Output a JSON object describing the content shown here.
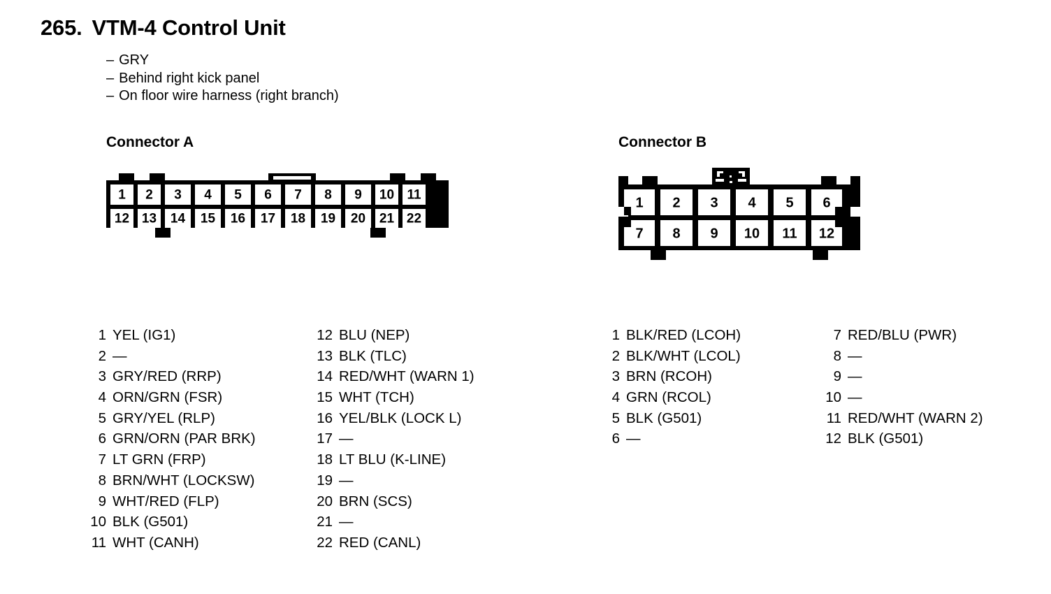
{
  "page": {
    "number": "265.",
    "title": "VTM-4 Control Unit",
    "notes": [
      "GRY",
      "Behind right kick panel",
      "On floor wire harness (right branch)"
    ],
    "dash": "–",
    "empty_pin": "—"
  },
  "connector_a": {
    "heading": "Connector A",
    "layout": {
      "columns": 11,
      "rows": 2,
      "top_row_pins": [
        "1",
        "2",
        "3",
        "4",
        "5",
        "6",
        "7",
        "8",
        "9",
        "10",
        "11"
      ],
      "bottom_row_pins": [
        "12",
        "13",
        "14",
        "15",
        "16",
        "17",
        "18",
        "19",
        "20",
        "21",
        "22"
      ]
    },
    "pins_left": [
      {
        "num": "1",
        "desc": "YEL (IG1)"
      },
      {
        "num": "2",
        "desc": "—"
      },
      {
        "num": "3",
        "desc": "GRY/RED (RRP)"
      },
      {
        "num": "4",
        "desc": "ORN/GRN (FSR)"
      },
      {
        "num": "5",
        "desc": "GRY/YEL (RLP)"
      },
      {
        "num": "6",
        "desc": "GRN/ORN (PAR BRK)"
      },
      {
        "num": "7",
        "desc": "LT GRN (FRP)"
      },
      {
        "num": "8",
        "desc": "BRN/WHT (LOCKSW)"
      },
      {
        "num": "9",
        "desc": "WHT/RED (FLP)"
      },
      {
        "num": "10",
        "desc": "BLK (G501)"
      },
      {
        "num": "11",
        "desc": "WHT (CANH)"
      }
    ],
    "pins_right": [
      {
        "num": "12",
        "desc": "BLU (NEP)"
      },
      {
        "num": "13",
        "desc": "BLK (TLC)"
      },
      {
        "num": "14",
        "desc": "RED/WHT (WARN 1)"
      },
      {
        "num": "15",
        "desc": "WHT (TCH)"
      },
      {
        "num": "16",
        "desc": "YEL/BLK (LOCK L)"
      },
      {
        "num": "17",
        "desc": "—"
      },
      {
        "num": "18",
        "desc": "LT BLU (K-LINE)"
      },
      {
        "num": "19",
        "desc": "—"
      },
      {
        "num": "20",
        "desc": "BRN (SCS)"
      },
      {
        "num": "21",
        "desc": "—"
      },
      {
        "num": "22",
        "desc": "RED (CANL)"
      }
    ]
  },
  "connector_b": {
    "heading": "Connector B",
    "layout": {
      "columns": 6,
      "rows": 2,
      "top_row_pins": [
        "1",
        "2",
        "3",
        "4",
        "5",
        "6"
      ],
      "bottom_row_pins": [
        "7",
        "8",
        "9",
        "10",
        "11",
        "12"
      ]
    },
    "pins_left": [
      {
        "num": "1",
        "desc": "BLK/RED (LCOH)"
      },
      {
        "num": "2",
        "desc": "BLK/WHT (LCOL)"
      },
      {
        "num": "3",
        "desc": "BRN (RCOH)"
      },
      {
        "num": "4",
        "desc": "GRN (RCOL)"
      },
      {
        "num": "5",
        "desc": "BLK (G501)"
      },
      {
        "num": "6",
        "desc": "—"
      }
    ],
    "pins_right": [
      {
        "num": "7",
        "desc": "RED/BLU (PWR)"
      },
      {
        "num": "8",
        "desc": "—"
      },
      {
        "num": "9",
        "desc": "—"
      },
      {
        "num": "10",
        "desc": "—"
      },
      {
        "num": "11",
        "desc": "RED/WHT (WARN 2)"
      },
      {
        "num": "12",
        "desc": "BLK (G501)"
      }
    ]
  },
  "colors": {
    "ink": "#000000",
    "paper": "#ffffff"
  }
}
